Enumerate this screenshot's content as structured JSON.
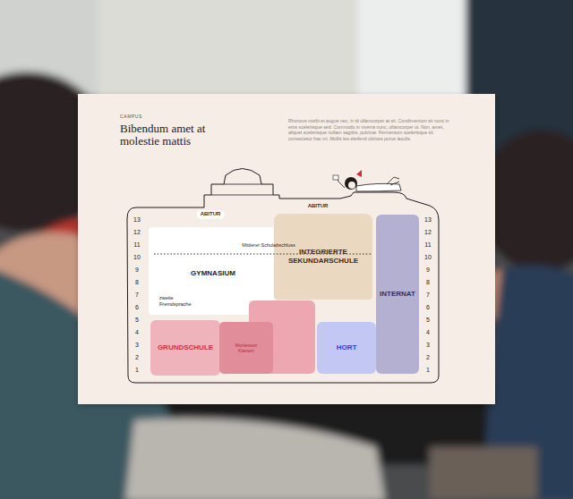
{
  "diagram": {
    "title": "Bibendum amet at molestie mattis",
    "nodes": [
      {
        "text": [
          "GYMNASIUM",
          "zweite Fremdsprache"
        ]
      },
      {
        "text": [
          "INTEGRIERTE SEKUNDARSCHULE"
        ]
      },
      {
        "text": [
          "INTERNAT"
        ]
      },
      {
        "text": [
          "GRUNDSCHULE"
        ]
      },
      {
        "text": [
          "Montessori Klassen"
        ]
      },
      {
        "text": [
          "HORT"
        ]
      }
    ],
    "labels": [
      "CAMPUS",
      "Rhoncus morbi et augue nec, in id ullamcorper at sit. Condimentum sit nunc in eros scelerisque sed. Commodo in viverra nunc, ullamcorper ut. Non, amet, aliquet scelerisque nullam sagittis, pulvinar. Fermentum scelerisque sit consectetur hac mi. Mollis leo eleifend ultrices purus iaculis.",
      "ABITUR",
      "ABITUR",
      "Mittlerer Schulabschluss",
      "13",
      "12",
      "11",
      "10",
      "9",
      "8",
      "7",
      "6",
      "5",
      "4",
      "3",
      "2",
      "1",
      "13",
      "12",
      "11",
      "10",
      "9",
      "8",
      "7",
      "6",
      "5",
      "4",
      "3",
      "2",
      "1"
    ]
  }
}
